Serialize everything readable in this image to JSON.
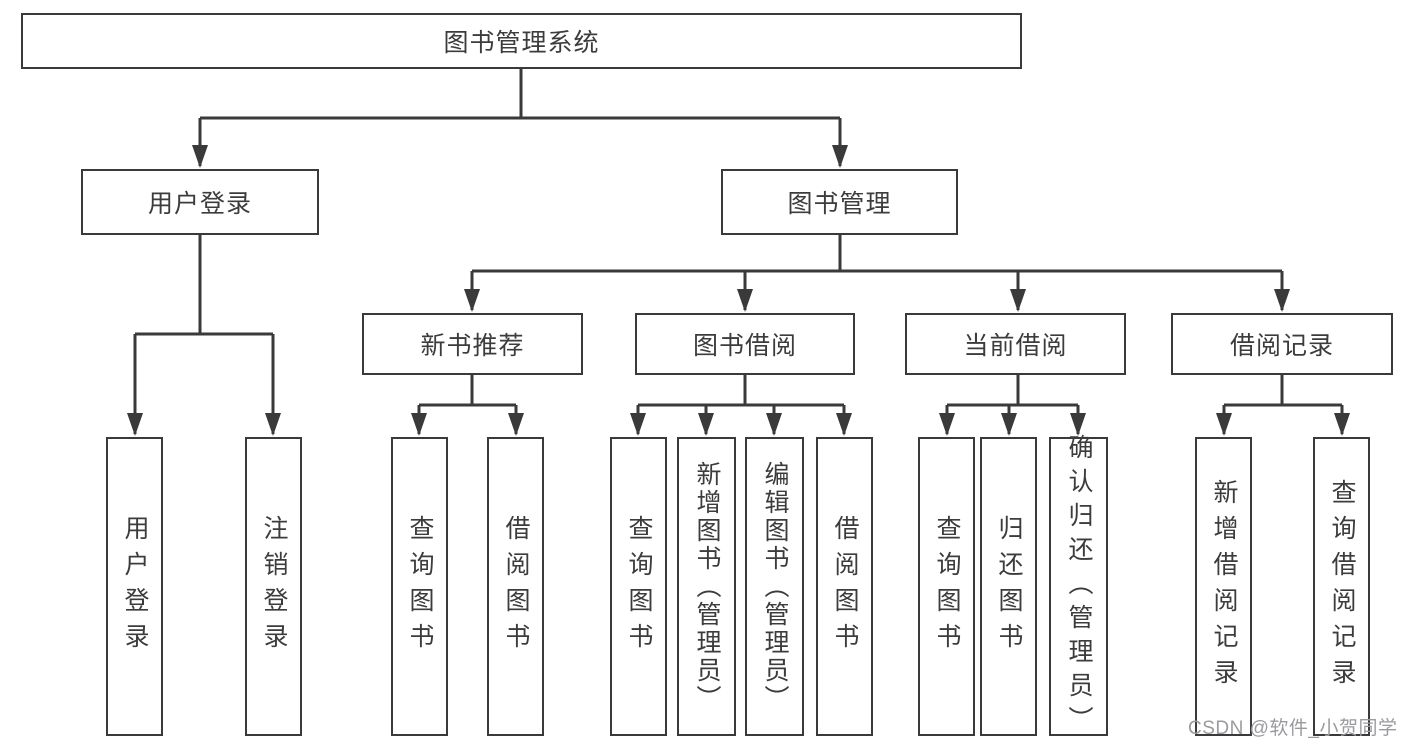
{
  "title": "图书管理系统",
  "tree": {
    "label": "图书管理系统",
    "children": [
      {
        "label": "用户登录",
        "children": [
          {
            "label": "用户登录"
          },
          {
            "label": "注销登录"
          }
        ]
      },
      {
        "label": "图书管理",
        "children": [
          {
            "label": "新书推荐",
            "children": [
              {
                "label": "查询图书"
              },
              {
                "label": "借阅图书"
              }
            ]
          },
          {
            "label": "图书借阅",
            "children": [
              {
                "label": "查询图书"
              },
              {
                "label": "新增图书（管理员）"
              },
              {
                "label": "编辑图书（管理员）"
              },
              {
                "label": "借阅图书"
              }
            ]
          },
          {
            "label": "当前借阅",
            "children": [
              {
                "label": "查询图书"
              },
              {
                "label": "归还图书"
              },
              {
                "label": "确认归还（管理员）"
              }
            ]
          },
          {
            "label": "借阅记录",
            "children": [
              {
                "label": "新增借阅记录"
              },
              {
                "label": "查询借阅记录"
              }
            ]
          }
        ]
      }
    ]
  },
  "watermark": "CSDN @软件_小贺同学",
  "colors": {
    "line": "#3a3a3a",
    "text": "#3c3c3c",
    "background": "#ffffff",
    "watermark": "#9b9b9f"
  }
}
